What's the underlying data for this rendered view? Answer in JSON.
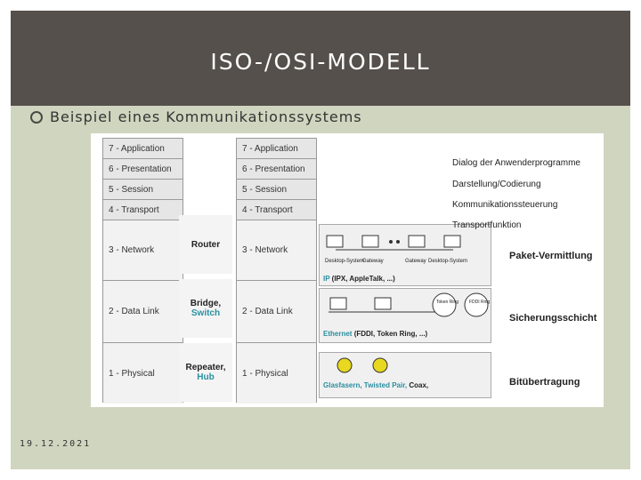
{
  "slide": {
    "title": "ISO-/OSI-MODELL",
    "bullet": "Beispiel eines Kommunikationssystems",
    "date": "19.12.2021"
  },
  "diagram": {
    "left_layers": [
      "7 - Application",
      "6 - Presentation",
      "5 - Session",
      "4 - Transport",
      "3 - Network",
      "2 - Data Link",
      "1 - Physical"
    ],
    "right_layers": [
      "7 - Application",
      "6 - Presentation",
      "5 - Session",
      "4 - Transport",
      "3 - Network",
      "2 - Data Link",
      "1 - Physical"
    ],
    "devices": [
      {
        "name": "Router",
        "sub": ""
      },
      {
        "name": "Bridge,",
        "sub": "Switch"
      },
      {
        "name": "Repeater,",
        "sub": "Hub"
      }
    ],
    "descriptions_top": [
      "Dialog der Anwenderprogramme",
      "Darstellung/Codierung",
      "Kommunikationssteuerung",
      "Transportfunktion"
    ],
    "descriptions_bottom": [
      "Paket-Vermittlung",
      "Sicherungsschicht",
      "Bitübertragung"
    ],
    "network": {
      "ip_prefix": "IP",
      "ip_rest": "(IPX, AppleTalk, ...)",
      "eth_prefix": "Ethernet",
      "eth_rest": "(FDDI, Token Ring, ...)",
      "phys_prefix": "Glasfasern, Twisted Pair,",
      "phys_rest": "Coax,",
      "token_ring": "Token Ring",
      "fddi_ring": "FDDI Ring",
      "node_desktop": "Desktop-System",
      "node_gateway": "Gateway"
    }
  }
}
